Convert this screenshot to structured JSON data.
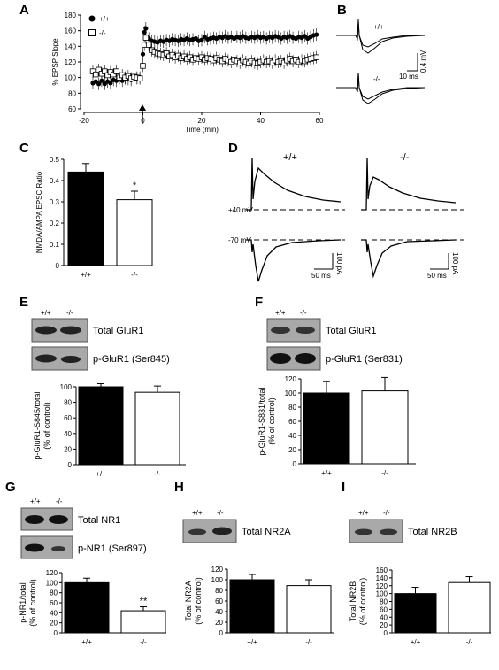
{
  "panels": {
    "A": "A",
    "B": "B",
    "C": "C",
    "D": "D",
    "E": "E",
    "F": "F",
    "G": "G",
    "H": "H",
    "I": "I"
  },
  "genotypes": {
    "wt": "+/+",
    "ko": "-/-"
  },
  "panel_b": {
    "scale_v": "0.4 mV",
    "scale_t": "10 ms"
  },
  "panel_d": {
    "v_pos": "+40 mV",
    "v_neg": "-70 mV",
    "scale_i": "100 pA",
    "scale_t": "50 ms"
  },
  "blots": {
    "E": {
      "l1": "Total GluR1",
      "l2": "p-GluR1 (Ser845)"
    },
    "F": {
      "l1": "Total GluR1",
      "l2": "p-GluR1 (Ser831)"
    },
    "G": {
      "l1": "Total NR1",
      "l2": "p-NR1 (Ser897)"
    },
    "H": {
      "l1": "Total NR2A"
    },
    "I": {
      "l1": "Total NR2B"
    }
  },
  "chart_data": [
    {
      "panel": "A",
      "type": "scatter",
      "xlabel": "Time (min)",
      "ylabel": "% EPSP Slope",
      "xlim": [
        -20,
        60
      ],
      "ylim": [
        60,
        180
      ],
      "xticks": [
        -20,
        0,
        20,
        40,
        60
      ],
      "yticks": [
        60,
        80,
        100,
        120,
        140,
        160,
        180
      ],
      "legend": [
        "+/+",
        "-/-"
      ],
      "series": [
        {
          "name": "+/+",
          "marker": "filled-circle",
          "points": [
            [
              -17,
              93
            ],
            [
              -16,
              95
            ],
            [
              -15,
              92
            ],
            [
              -14,
              96
            ],
            [
              -13,
              92
            ],
            [
              -12,
              95
            ],
            [
              -11,
              93
            ],
            [
              -10,
              97
            ],
            [
              -9,
              96
            ],
            [
              -8,
              99
            ],
            [
              -7,
              96
            ],
            [
              -6,
              99
            ],
            [
              -5,
              98
            ],
            [
              -4,
              97
            ],
            [
              -3,
              98
            ],
            [
              -2,
              99
            ],
            [
              -1,
              100
            ],
            [
              0,
              130
            ],
            [
              0.5,
              158
            ],
            [
              1,
              163
            ],
            [
              2,
              150
            ],
            [
              3,
              147
            ],
            [
              4,
              146
            ],
            [
              5,
              145
            ],
            [
              6,
              147
            ],
            [
              7,
              146
            ],
            [
              8,
              148
            ],
            [
              9,
              147
            ],
            [
              10,
              149
            ],
            [
              11,
              148
            ],
            [
              12,
              147
            ],
            [
              13,
              149
            ],
            [
              14,
              148
            ],
            [
              15,
              150
            ],
            [
              16,
              148
            ],
            [
              17,
              149
            ],
            [
              18,
              150
            ],
            [
              19,
              147
            ],
            [
              20,
              148
            ],
            [
              21,
              152
            ],
            [
              22,
              149
            ],
            [
              23,
              150
            ],
            [
              24,
              151
            ],
            [
              25,
              150
            ],
            [
              26,
              152
            ],
            [
              27,
              151
            ],
            [
              28,
              153
            ],
            [
              29,
              151
            ],
            [
              30,
              152
            ],
            [
              31,
              150
            ],
            [
              32,
              152
            ],
            [
              33,
              151
            ],
            [
              34,
              153
            ],
            [
              35,
              151
            ],
            [
              36,
              150
            ],
            [
              37,
              152
            ],
            [
              38,
              151
            ],
            [
              39,
              153
            ],
            [
              40,
              151
            ],
            [
              41,
              152
            ],
            [
              42,
              150
            ],
            [
              43,
              152
            ],
            [
              44,
              151
            ],
            [
              45,
              153
            ],
            [
              46,
              152
            ],
            [
              47,
              150
            ],
            [
              48,
              152
            ],
            [
              49,
              151
            ],
            [
              50,
              153
            ],
            [
              51,
              151
            ],
            [
              52,
              150
            ],
            [
              53,
              152
            ],
            [
              54,
              151
            ],
            [
              55,
              153
            ],
            [
              56,
              150
            ],
            [
              57,
              152
            ],
            [
              58,
              154
            ],
            [
              59,
              155
            ]
          ]
        },
        {
          "name": "-/-",
          "marker": "open-square",
          "points": [
            [
              -17,
              108
            ],
            [
              -16,
              104
            ],
            [
              -15,
              110
            ],
            [
              -14,
              105
            ],
            [
              -13,
              108
            ],
            [
              -12,
              103
            ],
            [
              -11,
              107
            ],
            [
              -10,
              104
            ],
            [
              -9,
              108
            ],
            [
              -8,
              100
            ],
            [
              -7,
              103
            ],
            [
              -6,
              100
            ],
            [
              -5,
              102
            ],
            [
              -4,
              99
            ],
            [
              -3,
              101
            ],
            [
              -2,
              100
            ],
            [
              -1,
              99
            ],
            [
              0,
              115
            ],
            [
              0.5,
              142
            ],
            [
              1,
              151
            ],
            [
              2,
              142
            ],
            [
              3,
              135
            ],
            [
              4,
              133
            ],
            [
              5,
              131
            ],
            [
              6,
              130
            ],
            [
              7,
              129
            ],
            [
              8,
              131
            ],
            [
              9,
              127
            ],
            [
              10,
              129
            ],
            [
              11,
              126
            ],
            [
              12,
              128
            ],
            [
              13,
              125
            ],
            [
              14,
              127
            ],
            [
              15,
              124
            ],
            [
              16,
              126
            ],
            [
              17,
              123
            ],
            [
              18,
              125
            ],
            [
              19,
              124
            ],
            [
              20,
              126
            ],
            [
              21,
              123
            ],
            [
              22,
              125
            ],
            [
              23,
              124
            ],
            [
              24,
              122
            ],
            [
              25,
              125
            ],
            [
              26,
              123
            ],
            [
              27,
              121
            ],
            [
              28,
              124
            ],
            [
              29,
              122
            ],
            [
              30,
              120
            ],
            [
              31,
              123
            ],
            [
              32,
              121
            ],
            [
              33,
              119
            ],
            [
              34,
              122
            ],
            [
              35,
              120
            ],
            [
              36,
              118
            ],
            [
              37,
              121
            ],
            [
              38,
              119
            ],
            [
              39,
              118
            ],
            [
              40,
              120
            ],
            [
              41,
              122
            ],
            [
              42,
              120
            ],
            [
              43,
              121
            ],
            [
              44,
              119
            ],
            [
              45,
              122
            ],
            [
              46,
              120
            ],
            [
              47,
              121
            ],
            [
              48,
              119
            ],
            [
              49,
              122
            ],
            [
              50,
              124
            ],
            [
              51,
              121
            ],
            [
              52,
              123
            ],
            [
              53,
              120
            ],
            [
              54,
              122
            ],
            [
              55,
              121
            ],
            [
              56,
              123
            ],
            [
              57,
              124
            ],
            [
              58,
              125
            ],
            [
              59,
              126
            ]
          ]
        }
      ]
    },
    {
      "panel": "C",
      "type": "bar",
      "ylabel": "NMDA/AMPA EPSC Ratio",
      "ylim": [
        0,
        0.5
      ],
      "yticks": [
        0,
        0.1,
        0.2,
        0.3,
        0.4,
        0.5
      ],
      "categories": [
        "+/+",
        "-/-"
      ],
      "values": [
        0.44,
        0.31
      ],
      "errors": [
        0.04,
        0.04
      ],
      "annotation": [
        "",
        "*"
      ]
    },
    {
      "panel": "E",
      "type": "bar",
      "ylabel": "p-GluR1-S845/total",
      "ylabel2": "(% of control)",
      "ylim": [
        0,
        100
      ],
      "yticks": [
        0,
        20,
        40,
        60,
        80,
        100
      ],
      "categories": [
        "+/+",
        "-/-"
      ],
      "values": [
        100,
        93
      ],
      "errors": [
        4,
        8
      ],
      "annotation": [
        "",
        ""
      ]
    },
    {
      "panel": "F",
      "type": "bar",
      "ylabel": "p-GluR1-S831/total",
      "ylabel2": "(% of control)",
      "ylim": [
        0,
        120
      ],
      "yticks": [
        0,
        20,
        40,
        60,
        80,
        100,
        120
      ],
      "categories": [
        "+/+",
        "-/-"
      ],
      "values": [
        100,
        103
      ],
      "errors": [
        16,
        19
      ],
      "annotation": [
        "",
        ""
      ]
    },
    {
      "panel": "G",
      "type": "bar",
      "ylabel": "p-NR1/total",
      "ylabel2": "(% of control)",
      "ylim": [
        0,
        120
      ],
      "yticks": [
        0,
        20,
        40,
        60,
        80,
        100,
        120
      ],
      "categories": [
        "+/+",
        "-/-"
      ],
      "values": [
        100,
        44
      ],
      "errors": [
        9,
        8
      ],
      "annotation": [
        "",
        "**"
      ]
    },
    {
      "panel": "H",
      "type": "bar",
      "ylabel": "Total NR2A",
      "ylabel2": "(% of control)",
      "ylim": [
        0,
        120
      ],
      "yticks": [
        0,
        20,
        40,
        60,
        80,
        100,
        120
      ],
      "categories": [
        "+/+",
        "-/-"
      ],
      "values": [
        100,
        89
      ],
      "errors": [
        10,
        11
      ],
      "annotation": [
        "",
        ""
      ]
    },
    {
      "panel": "I",
      "type": "bar",
      "ylabel": "Total NR2B",
      "ylabel2": "(% of control)",
      "ylim": [
        0,
        160
      ],
      "yticks": [
        0,
        20,
        40,
        60,
        80,
        100,
        120,
        140,
        160
      ],
      "categories": [
        "+/+",
        "-/-"
      ],
      "values": [
        100,
        128
      ],
      "errors": [
        16,
        15
      ],
      "annotation": [
        "",
        ""
      ]
    }
  ]
}
